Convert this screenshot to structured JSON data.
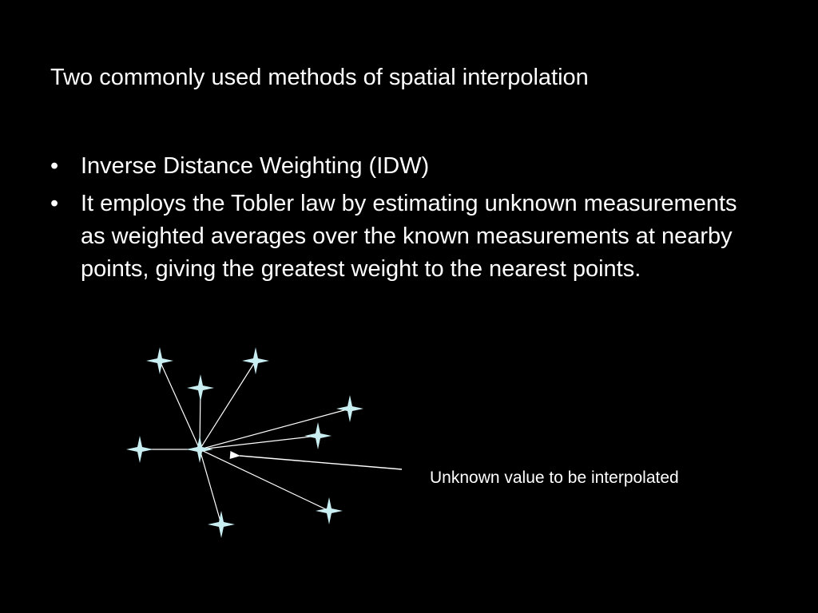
{
  "slide": {
    "title": "Two commonly used methods of spatial interpolation",
    "bullets": [
      "Inverse Distance Weighting (IDW)",
      "It employs the Tobler law by estimating unknown measurements as weighted averages over the known measurements at nearby points, giving the greatest weight to the nearest points."
    ],
    "bullet_glyph": "•",
    "caption": "Unknown value to be interpolated"
  },
  "colors": {
    "background": "#000000",
    "text": "#ffffff",
    "point": "#c9eef2",
    "line": "#ffffff"
  },
  "icons": {
    "point_marker": "four-point-star-icon",
    "pointer": "arrow-left-icon"
  }
}
